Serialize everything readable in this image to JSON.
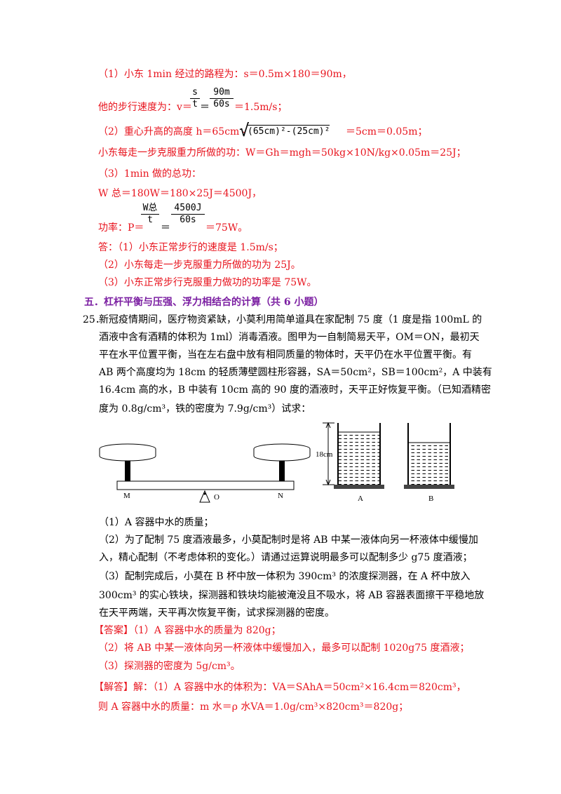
{
  "solution_prev": {
    "l1": "（1）小东 1min 经过的路程为：s＝0.5m×180＝90m，",
    "speed_prefix": "他的步行速度为：v＝",
    "speed_frac_num_1": "s",
    "speed_frac_den_1": "t",
    "speed_eq": "＝",
    "speed_frac_num_2": "90m",
    "speed_frac_den_2": "60s",
    "speed_suffix": "＝1.5m/s；",
    "l3_prefix": "（2）重心升高的高度 h＝65cm -",
    "l3_radicand": "(65cm)²-(25cm)²",
    "l3_suffix": "＝5cm＝0.05m；",
    "l4": "小东每走一步克服重力所做的功：W＝Gh＝mgh＝50kg×10N/kg×0.05m＝25J；",
    "l5": "（3）1min 做的总功：",
    "l6": "W 总＝180W＝180×25J＝4500J，",
    "power_prefix": "功率：P＝",
    "power_frac_num_1": "W总",
    "power_frac_den_1": "t",
    "power_eq": "＝",
    "power_frac_num_2": "4500J",
    "power_frac_den_2": "60s",
    "power_suffix": "＝75W。",
    "ans1": "答：（1）小东正常步行的速度是 1.5m/s；",
    "ans2": "（2）小东每走一步克服重力所做的功为 25J。",
    "ans3": "（3）小东正常步行克服重力做功的功率是 75W。"
  },
  "section": {
    "heading": "五．杠杆平衡与压强、浮力相结合的计算（共 6 小题）"
  },
  "problem": {
    "number": "25．",
    "lines": [
      "新冠疫情期间，医疗物资紧缺，小莫利用简单道具在家配制 75 度（1 度是指 100mL 的",
      "酒液中含有酒精的体积为 1ml）消毒酒液。图甲为一自制简易天平，OM＝ON，最初天",
      "平在水平位置平衡，当在左右盘中放有相同质量的物体时，天平仍在水平位置平衡。有",
      "AB 两个高度均为 18cm 的轻质薄壁圆柱形容器，SA＝50cm²，SB＝100cm²，A 中装有",
      "16.4cm 高的水，B 中装有 10cm 高的 90 度的酒液时，天平正好恢复平衡。（已知酒精密",
      "度为 0.8g/cm³，铁的密度为 7.9g/cm³）试求："
    ],
    "figure": {
      "label_m": "M",
      "label_o": "O",
      "label_n": "N",
      "label_height": "18cm",
      "label_a": "A",
      "label_b": "B"
    },
    "questions": [
      "（1）A 容器中水的质量；",
      "（2）为了配制 75 度酒液最多，小莫配制时是将 AB 中某一液体向另一杯液体中缓慢加",
      "入，精心配制（不考虑体积的变化。）请通过运算说明最多可以配制多少 g75 度酒液；",
      "（3）配制完成后，小莫在 B 杯中放一体积为 390cm³ 的浓度探测器，在 A 杯中放入",
      "300cm³ 的实心铁块，探测器和铁块均能被淹没且不吸水，将 AB 容器表面擦干平稳地放",
      "在天平两端，天平再次恢复平衡，试求探测器的密度。"
    ]
  },
  "answer": {
    "tag": "【答案】",
    "a1": "（1）A 容器中水的质量为 820g；",
    "a2": "（2）将 AB 中某一液体向另一杯液体中缓慢加入，最多可以配制 1020g75 度酒液；",
    "a3": "（3）探测器的密度为 5g/cm³。"
  },
  "analysis": {
    "tag": "【解答】",
    "s1": "解：（1）A 容器中水的体积为：VA＝SAhA＝50cm²×16.4cm＝820cm³，",
    "s2": "则 A 容器中水的质量：m 水＝ρ 水VA＝1.0g/cm³×820cm³＝820g；"
  },
  "colors": {
    "answer_red": "#e8141e",
    "heading_purple": "#7b1fa2"
  }
}
